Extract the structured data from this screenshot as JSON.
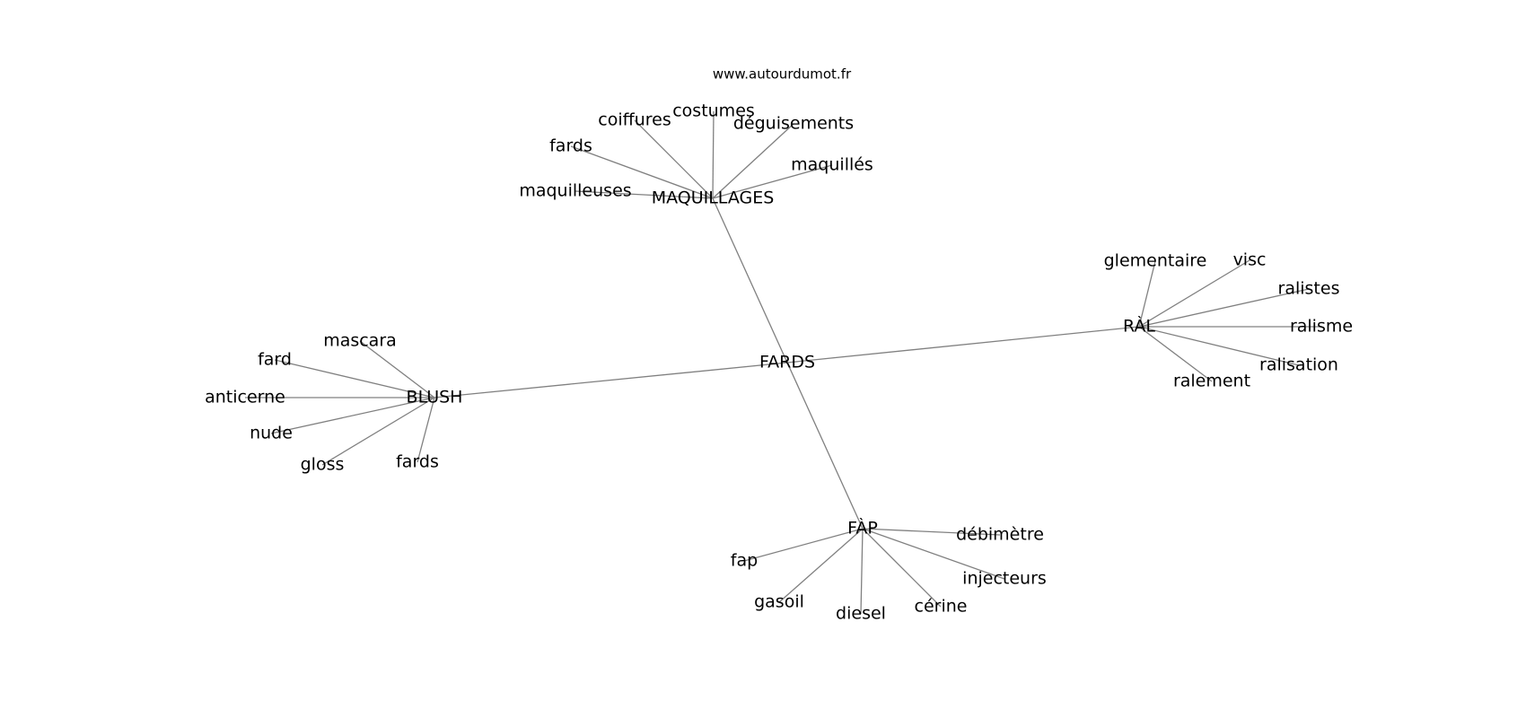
{
  "site": "www.autourdumot.fr",
  "center": "FARDS",
  "hubs": {
    "top": {
      "label": "MAQUILLAGES",
      "leaves": [
        "coiffures",
        "costumes",
        "déguisements",
        "fards",
        "maquillés",
        "maquilleuses"
      ]
    },
    "right": {
      "label": "RÀL",
      "leaves": [
        "glementaire",
        "visc",
        "ralistes",
        "ralisme",
        "ralisation",
        "ralement"
      ]
    },
    "left": {
      "label": "BLUSH",
      "leaves": [
        "mascara",
        "fard",
        "anticerne",
        "nude",
        "gloss",
        "fards"
      ]
    },
    "bottom": {
      "label": "FÀP",
      "leaves": [
        "débimètre",
        "fap",
        "injecteurs",
        "gasoil",
        "diesel",
        "cérine"
      ]
    }
  },
  "colors": {
    "edge": "#808080",
    "text": "#000000",
    "background": "#ffffff"
  }
}
